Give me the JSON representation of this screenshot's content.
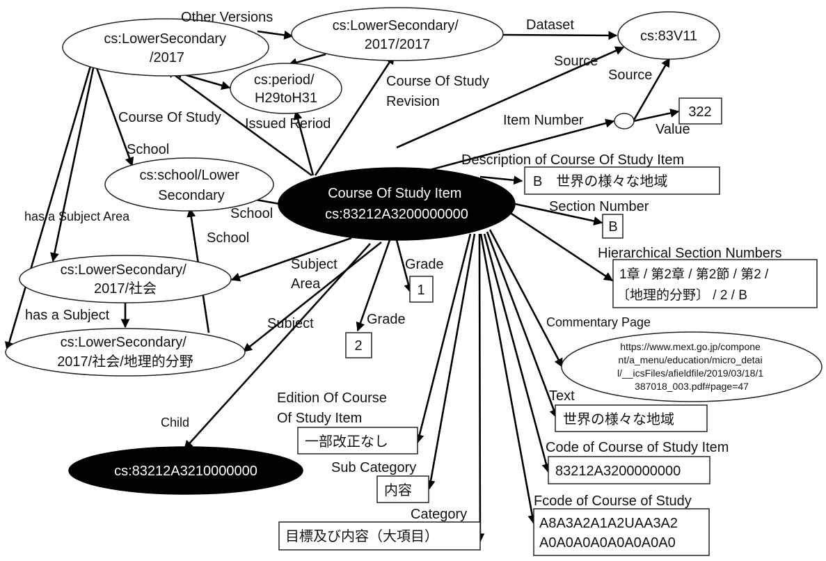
{
  "nodes": {
    "lowersec_2017": [
      "cs:LowerSecondary",
      "/2017"
    ],
    "lowersec_2017_2017": [
      "cs:LowerSecondary/",
      "2017/2017"
    ],
    "dataset_83v11": [
      "cs:83V11"
    ],
    "period": [
      "cs:period/",
      "H29toH31"
    ],
    "item_blank": [],
    "value_322": [
      "322"
    ],
    "school": [
      "cs:school/Lower",
      "Secondary"
    ],
    "item": [
      "Course Of Study Item",
      "cs:83212A3200000000"
    ],
    "desc_value": [
      "B　世界の様々な地域"
    ],
    "section_b": [
      "B"
    ],
    "hier_value": [
      "1章 / 第2章 / 第2節 / 第2 /",
      "〔地理的分野〕 / 2 / B"
    ],
    "subject_area": [
      "cs:LowerSecondary/",
      "2017/社会"
    ],
    "subject": [
      "cs:LowerSecondary/",
      "2017/社会/地理的分野"
    ],
    "grade_1": [
      "1"
    ],
    "grade_2": [
      "2"
    ],
    "commentary": [
      "https://www.mext.go.jp/compone",
      "nt/a_menu/education/micro_detai",
      "l/__icsFiles/afieldfile/2019/03/18/1",
      "387018_003.pdf#page=47"
    ],
    "text_value": [
      "世界の様々な地域"
    ],
    "edition_value": [
      "一部改正なし"
    ],
    "code_value": [
      "83212A3200000000"
    ],
    "child": [
      "cs:83212A3210000000"
    ],
    "subcat_value": [
      "内容"
    ],
    "fcode_value": [
      "A8A3A2A1A2UAA3A2",
      "A0A0A0A0A0A0A0A0"
    ],
    "category_value": [
      "目標及び内容（大項目）"
    ]
  },
  "edge_labels": {
    "other_versions": [
      "Other Versions"
    ],
    "dataset": [
      "Dataset"
    ],
    "source_1": [
      "Source"
    ],
    "source_2": [
      "Source"
    ],
    "course_of_study_revision": [
      "Course Of Study",
      "Revision"
    ],
    "item_number": [
      "Item Number"
    ],
    "value": [
      "Value"
    ],
    "course_of_study": [
      "Course Of Study"
    ],
    "issued_period": [
      "Issued Reriod"
    ],
    "school_1": [
      "School"
    ],
    "school_2": [
      "School"
    ],
    "school_3": [
      "School"
    ],
    "description": [
      "Description of Course Of Study Item"
    ],
    "has_subject_area": [
      "has a Subject Area"
    ],
    "section_number": [
      "Section Number"
    ],
    "hierarchical_section_numbers": [
      "Hierarchical Section Numbers"
    ],
    "subject_area": [
      "Subject",
      "Area"
    ],
    "grade_1": [
      "Grade"
    ],
    "grade_2": [
      "Grade"
    ],
    "has_subject": [
      "has a Subject"
    ],
    "subject": [
      "Subject"
    ],
    "commentary_page": [
      "Commentary Page"
    ],
    "text": [
      "Text"
    ],
    "edition": [
      "Edition Of Course",
      "Of Study Item"
    ],
    "code": [
      "Code of Course of Study Item"
    ],
    "child": [
      "Child"
    ],
    "sub_category": [
      "Sub Category"
    ],
    "fcode": [
      "Fcode of Course of Study"
    ],
    "category": [
      "Category"
    ]
  }
}
